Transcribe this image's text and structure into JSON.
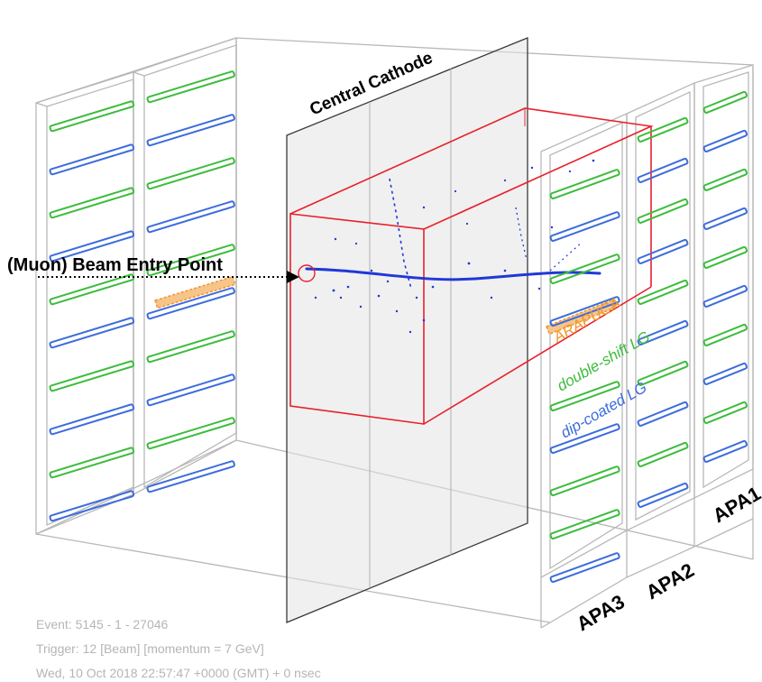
{
  "labels": {
    "central_cathode": "Central Cathode",
    "beam_entry": "(Muon) Beam Entry Point",
    "arapuca": "ARAPUCA",
    "double_shift": "double-shift LG",
    "dip_coated": "dip-coated LG",
    "apa1": "APA1",
    "apa2": "APA2",
    "apa3": "APA3"
  },
  "event_info": {
    "event": "Event: 5145 - 1 - 27046",
    "trigger": "Trigger: 12 [Beam] [momentum = 7 GeV]",
    "timestamp": "Wed, 10 Oct 2018 22:57:47 +0000 (GMT) + 0 nsec"
  },
  "colors": {
    "frame": "#b8b8b8",
    "cathode_fill": "#e4e4e4",
    "cathode_edge": "#3a3a3a",
    "volume": "#e8202a",
    "track": "#2038d8",
    "double_shift_lg": "#3cbc3c",
    "dip_coated_lg": "#3c6cdc",
    "arapuca": "#f0962a",
    "event_text": "#b5b5b5"
  }
}
